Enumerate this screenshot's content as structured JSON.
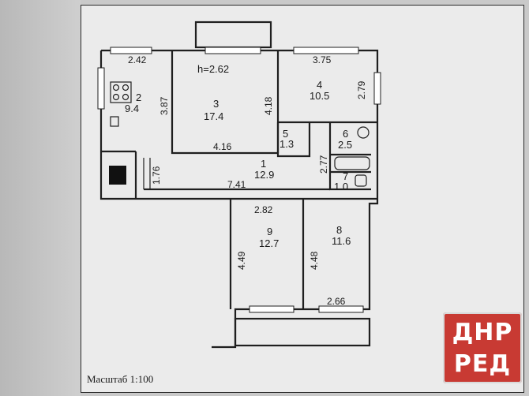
{
  "plan": {
    "ceiling_height": "h=2.62",
    "rooms": [
      {
        "number": "1",
        "area": "12.9"
      },
      {
        "number": "2",
        "area": "9.4"
      },
      {
        "number": "3",
        "area": "17.4"
      },
      {
        "number": "4",
        "area": "10.5"
      },
      {
        "number": "5",
        "area": "1.3"
      },
      {
        "number": "6",
        "area": "2.5"
      },
      {
        "number": "7",
        "area": "1.0"
      },
      {
        "number": "8",
        "area": "11.6"
      },
      {
        "number": "9",
        "area": "12.7"
      }
    ],
    "dimensions": [
      "2.42",
      "3.87",
      "3.75",
      "2.79",
      "4.18",
      "4.16",
      "1.76",
      "7.41",
      "2.77",
      "2.82",
      "4.49",
      "4.48",
      "2.66"
    ]
  },
  "footer": {
    "scale": "Масштаб 1:100"
  },
  "logo": {
    "line1": "ДНР",
    "line2": "РЕД",
    "color": "#c83a33"
  }
}
